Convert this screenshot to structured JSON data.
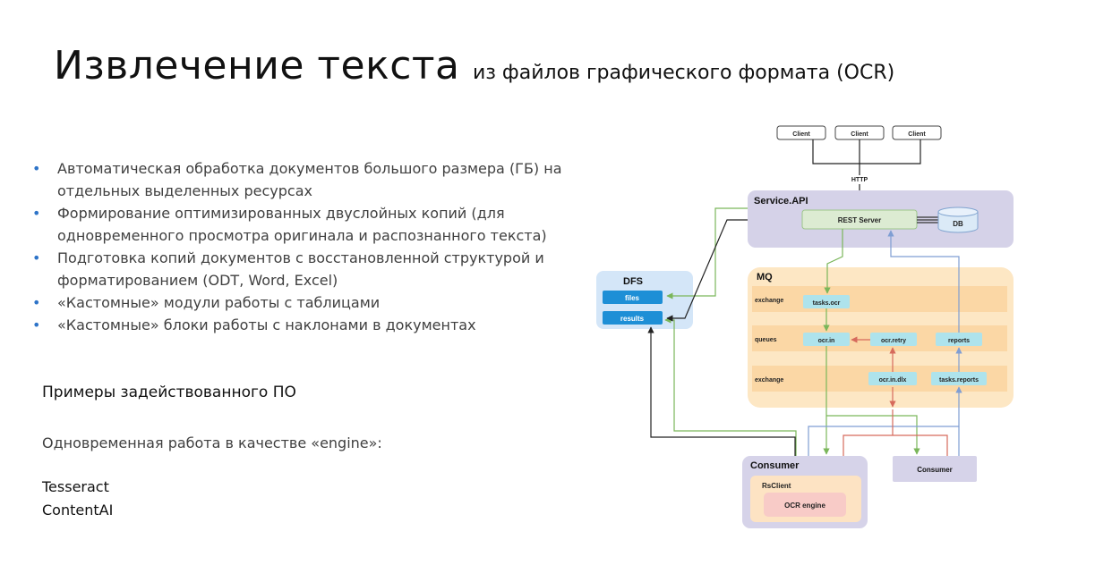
{
  "title": {
    "main": "Извлечение текста",
    "sub": "из файлов графического формата (OCR)"
  },
  "bullets": [
    {
      "marker": "•",
      "text": "Автоматическая обработка документов большого размера (ГБ) на отдельных выделенных ресурсах"
    },
    {
      "marker": "•",
      "text": "Формирование оптимизированных двуслойных копий (для одновременного просмотра оригинала и распознанного текста)"
    },
    {
      "marker": "•",
      "text": "Подготовка копий документов с восстановленной структурой и форматированием (ODT, Word, Excel)"
    },
    {
      "marker": "•",
      "text": "«Кастомные»  модули работы с таблицами"
    },
    {
      "marker": "•",
      "text": "«Кастомные» блоки работы с  наклонами в документах"
    }
  ],
  "examples": {
    "title": "Примеры задействованного ПО",
    "engine_text": "Одновременная работа в качестве «engine»:",
    "programs": [
      "Tesseract",
      "ContentAI"
    ]
  },
  "diagram": {
    "clients": [
      "Client",
      "Client",
      "Client"
    ],
    "http_label": "HTTP",
    "service_api": {
      "title": "Service.API",
      "rest_server": "REST Server",
      "db": "DB"
    },
    "dfs": {
      "title": "DFS",
      "files": "files",
      "results": "results"
    },
    "mq": {
      "title": "MQ",
      "rows": [
        {
          "label": "exchange",
          "items": [
            "tasks.ocr"
          ]
        },
        {
          "label": "queues",
          "items": [
            "ocr.in",
            "ocr.retry",
            "reports"
          ]
        },
        {
          "label": "exchange",
          "items": [
            "ocr.in.dlx",
            "tasks.reports"
          ]
        }
      ]
    },
    "consumer_main": {
      "title": "Consumer",
      "rsclient": "RsClient",
      "engine": "OCR engine"
    },
    "consumer_second": {
      "title": "Consumer"
    },
    "colors": {
      "service_bg": "#d5d2e8",
      "rest_bg": "#dcebd2",
      "dfs_bg": "#d4e6f8",
      "dfs_item": "#1e8fd6",
      "mq_bg": "#fde7c4",
      "mq_row": "#fbd7a5",
      "queue_item": "#aee3ec",
      "consumer_bg": "#d6d3e9",
      "rsclient_bg": "#fde3c3",
      "engine_bg": "#f8cbc7",
      "arrow_green": "#7ab65a",
      "arrow_blue": "#7f9ed3",
      "arrow_red": "#d66a5c",
      "arrow_black": "#222222"
    }
  }
}
